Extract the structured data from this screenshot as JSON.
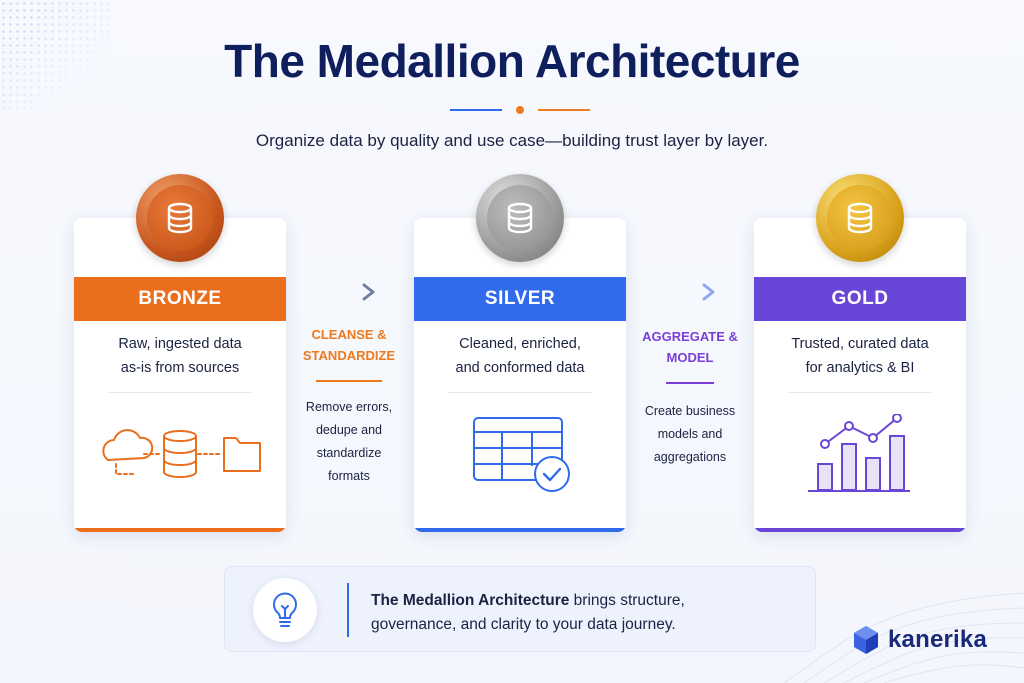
{
  "title": "The Medallion Architecture",
  "subtitle": "Organize data by quality and use case—building trust layer by layer.",
  "colors": {
    "bronze": "#ea6e1c",
    "silver": "#2f6bea",
    "gold": "#6a46d8",
    "navy": "#0f1f5e",
    "step_bronze": "#ef7a1d",
    "step_gold": "#7a3fd6"
  },
  "layers": [
    {
      "name": "BRONZE",
      "medal": "bronze-medal",
      "icon": "database-icon",
      "desc": [
        "Raw, ingested data",
        "as-is from sources"
      ],
      "illustration": "cloud-database-folder-icon"
    },
    {
      "name": "SILVER",
      "medal": "silver-medal",
      "icon": "database-icon",
      "desc": [
        "Cleaned, enriched,",
        "and conformed data"
      ],
      "illustration": "table-check-icon"
    },
    {
      "name": "GOLD",
      "medal": "gold-medal",
      "icon": "database-icon",
      "desc": [
        "Trusted, curated data",
        "for analytics & BI"
      ],
      "illustration": "bar-line-chart-icon"
    }
  ],
  "steps": [
    {
      "label": [
        "CLEANSE &",
        "STANDARDIZE"
      ],
      "text": [
        "Remove errors,",
        "dedupe and",
        "standardize",
        "formats"
      ]
    },
    {
      "label": [
        "AGGREGATE &",
        "MODEL"
      ],
      "text": [
        "Create business",
        "models and",
        "aggregations"
      ]
    }
  ],
  "callout": {
    "icon": "lightbulb-icon",
    "bold": "The Medallion Architecture",
    "rest1": " brings structure,",
    "line2": "governance, and clarity to your data journey."
  },
  "logo": {
    "text": "kanerika",
    "icon": "kanerika-logo-icon"
  }
}
